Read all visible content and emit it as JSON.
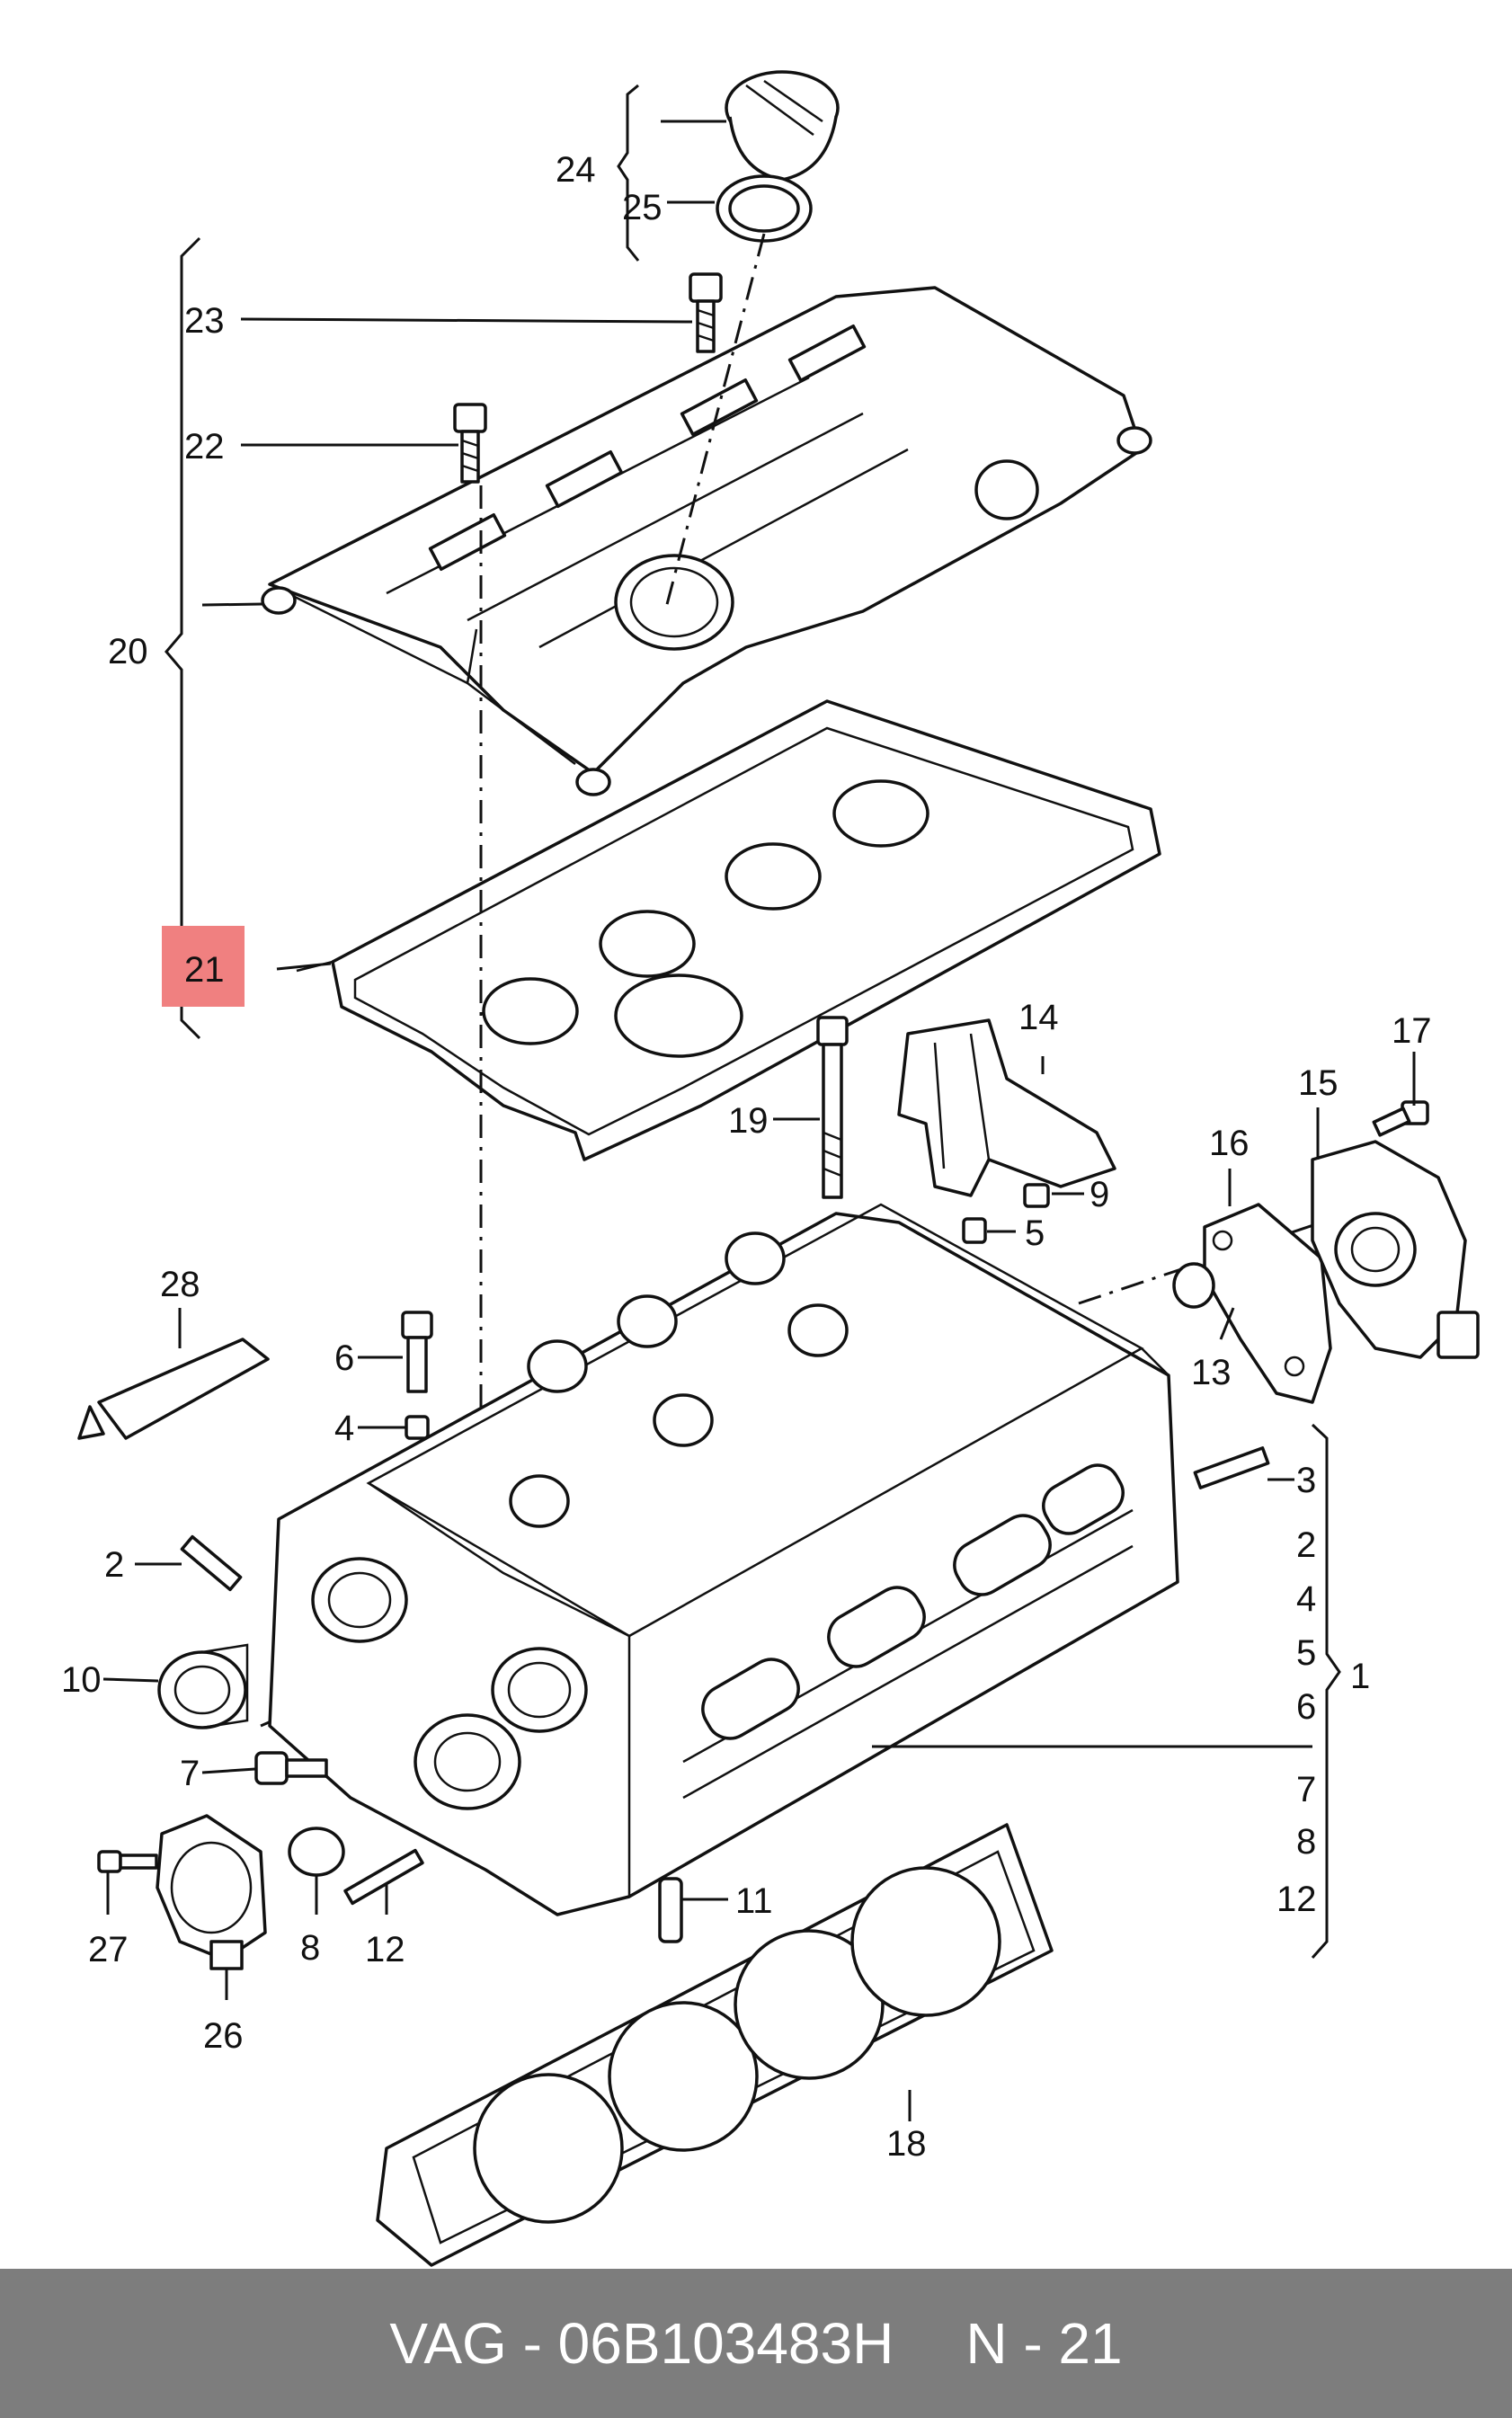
{
  "callouts": {
    "c24": "24",
    "c25": "25",
    "c23": "23",
    "c22": "22",
    "c20": "20",
    "c21": "21",
    "c14": "14",
    "c17": "17",
    "c15": "15",
    "c16": "16",
    "c19": "19",
    "c9": "9",
    "c5a": "5",
    "c13": "13",
    "c28": "28",
    "c6a": "6",
    "c4a": "4",
    "c3": "3",
    "c2a": "2",
    "c2b": "2",
    "c4b": "4",
    "c5b": "5",
    "c6b": "6",
    "c1": "1",
    "c10": "10",
    "c7a": "7",
    "c7b": "7",
    "c8a": "8",
    "c8b": "8",
    "c12a": "12",
    "c12b": "12",
    "c11": "11",
    "c27": "27",
    "c26": "26",
    "c18": "18"
  },
  "highlight": {
    "callout": "21",
    "color": "#f08080"
  },
  "footer": {
    "brand_part": "VAG - 06B103483H",
    "page_ref": "N - 21"
  },
  "colors": {
    "footer_bg": "#7d7d7d",
    "footer_text": "#ffffff",
    "line": "#111111"
  }
}
